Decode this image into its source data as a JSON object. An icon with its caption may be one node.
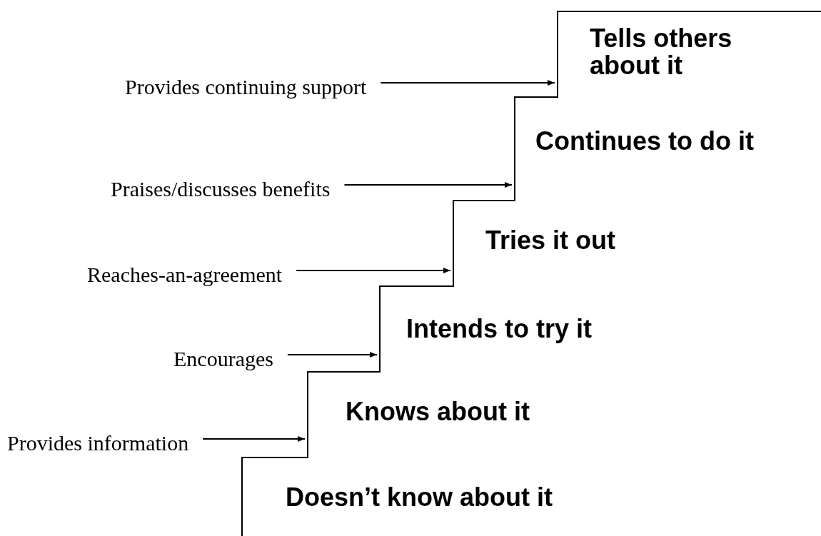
{
  "diagram": {
    "nodes": [
      {
        "text": [
          "Tells others about it"
        ]
      },
      {
        "text": [
          "Provides continuing support"
        ]
      },
      {
        "text": [
          "Continues to do it"
        ]
      },
      {
        "text": [
          "Praises/discusses benefits"
        ]
      },
      {
        "text": [
          "Tries it out"
        ]
      },
      {
        "text": [
          "Reaches-an-agreement"
        ]
      },
      {
        "text": [
          "Intends to try it"
        ]
      },
      {
        "text": [
          "Encourages"
        ]
      },
      {
        "text": [
          "Knows about it"
        ]
      },
      {
        "text": [
          "Provides information"
        ]
      },
      {
        "text": [
          "Doesn’t know about it"
        ]
      }
    ],
    "edges": [
      {
        "from": 1,
        "to": 0,
        "arrow": "to"
      },
      {
        "from": 3,
        "to": 2,
        "arrow": "to"
      },
      {
        "from": 5,
        "to": 4,
        "arrow": "to"
      },
      {
        "from": 7,
        "to": 6,
        "arrow": "to"
      },
      {
        "from": 9,
        "to": 8,
        "arrow": "to"
      }
    ]
  }
}
